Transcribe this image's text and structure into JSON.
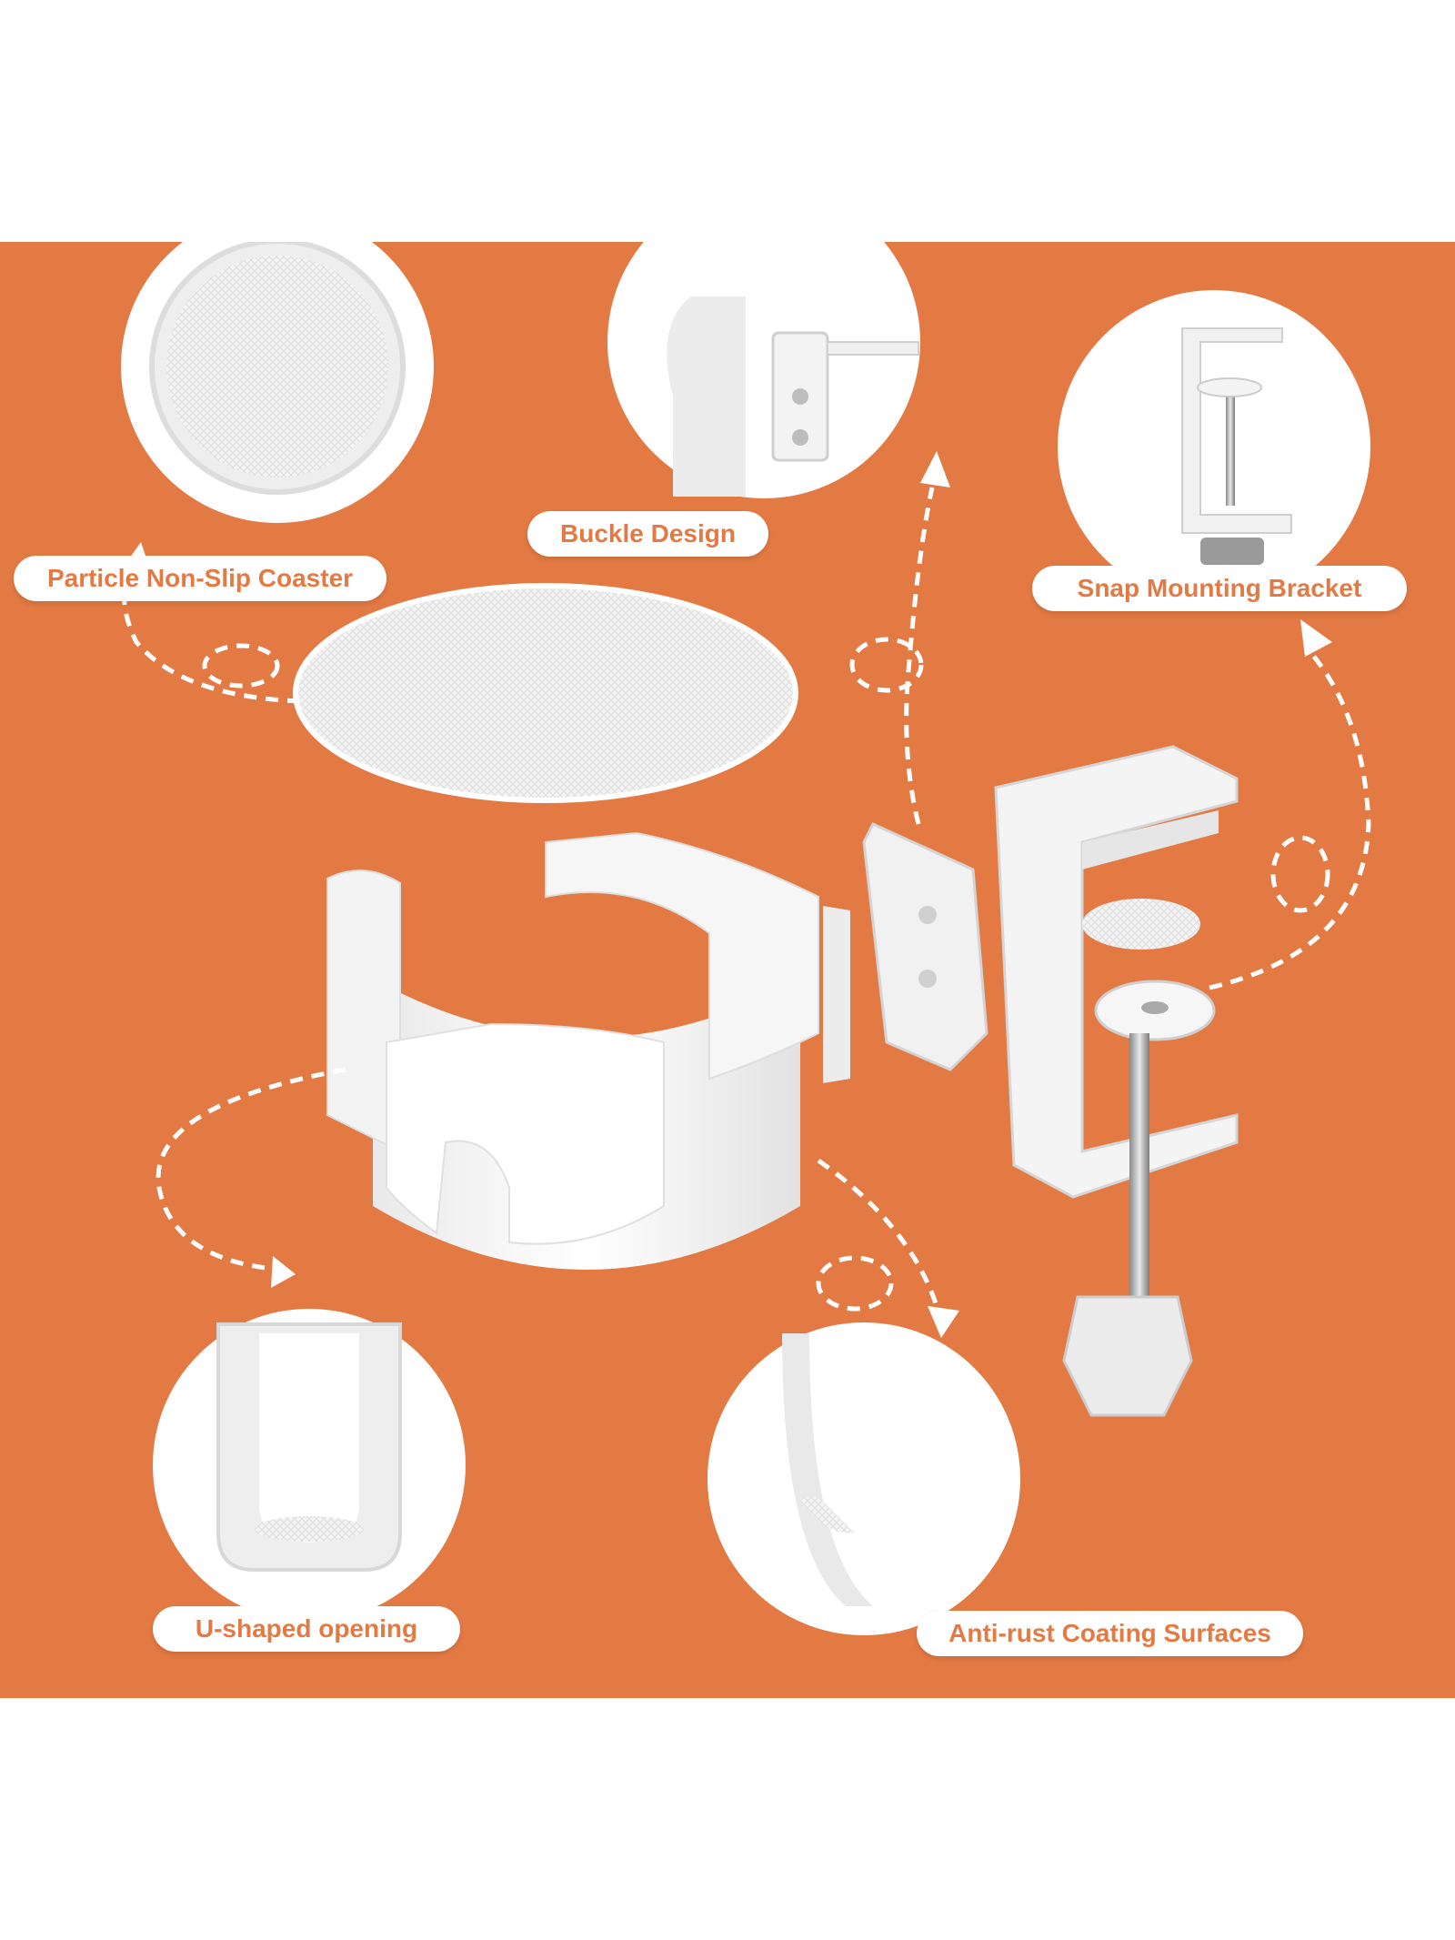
{
  "labels": {
    "coaster": "Particle Non-Slip Coaster",
    "buckle": "Buckle Design",
    "bracket": "Snap Mounting Bracket",
    "u_opening": "U-shaped opening",
    "coating": "Anti-rust Coating Surfaces"
  },
  "colors": {
    "background": "#E37A43",
    "product": "#FFFFFF",
    "label_text": "#E37A43"
  }
}
